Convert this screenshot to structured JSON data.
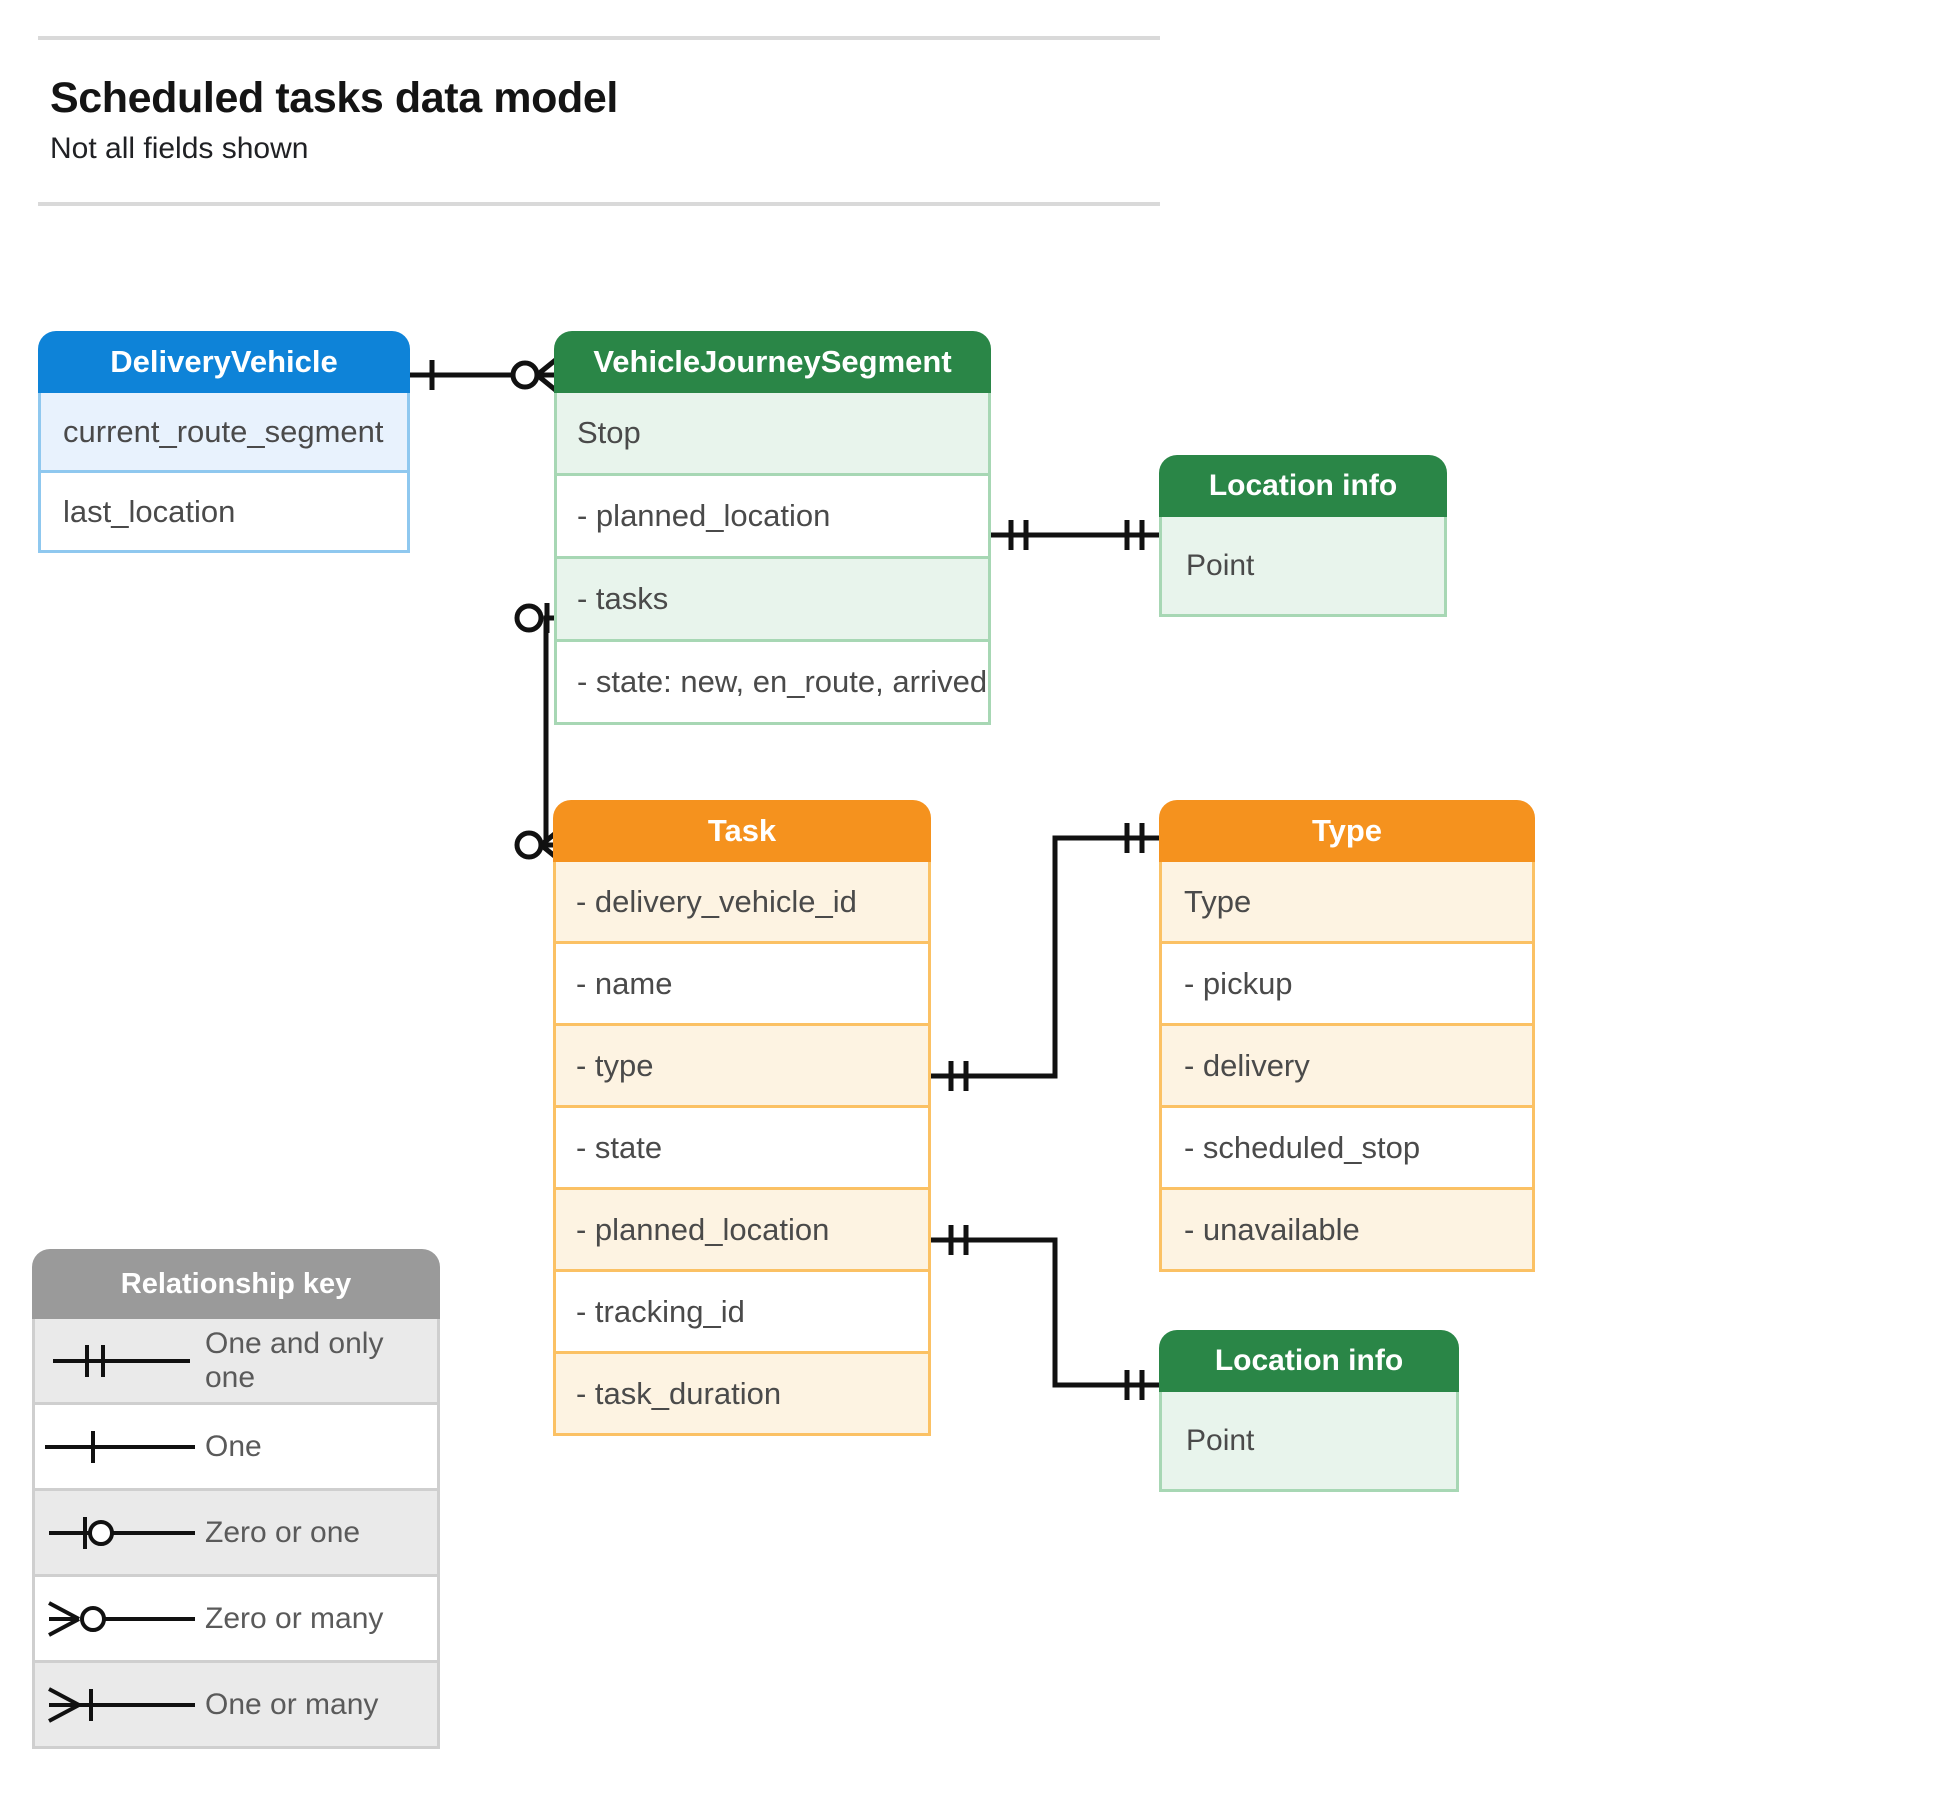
{
  "header": {
    "title": "Scheduled tasks data model",
    "subtitle": "Not all fields shown"
  },
  "entities": [
    {
      "id": "deliveryvehicle",
      "name": "DeliveryVehicle",
      "color": "#0e83d8",
      "fields": [
        "current_route_segment",
        "last_location"
      ]
    },
    {
      "id": "vehiclejourneysegment",
      "name": "VehicleJourneySegment",
      "color": "#2a8647",
      "fields": [
        "Stop",
        "-  planned_location",
        "- tasks",
        "- state: new, en_route, arrived"
      ]
    },
    {
      "id": "locationinfo_top",
      "name": "Location info",
      "color": "#2a8647",
      "fields": [
        "Point"
      ]
    },
    {
      "id": "task",
      "name": "Task",
      "color": "#f5921e",
      "fields": [
        "- delivery_vehicle_id",
        "- name",
        "- type",
        "- state",
        "- planned_location",
        "- tracking_id",
        "- task_duration"
      ]
    },
    {
      "id": "type",
      "name": "Type",
      "color": "#f5921e",
      "fields": [
        "Type",
        "-  pickup",
        "-  delivery",
        "-  scheduled_stop",
        "-  unavailable"
      ]
    },
    {
      "id": "locationinfo_bottom",
      "name": "Location info",
      "color": "#2a8647",
      "fields": [
        "Point"
      ]
    }
  ],
  "relationship_key": {
    "title": "Relationship key",
    "rows": [
      {
        "symbol": "one-and-only-one",
        "label": "One and only one"
      },
      {
        "symbol": "one",
        "label": "One"
      },
      {
        "symbol": "zero-or-one",
        "label": "Zero or one"
      },
      {
        "symbol": "zero-or-many",
        "label": "Zero or many"
      },
      {
        "symbol": "one-or-many",
        "label": "One or many"
      }
    ]
  },
  "connections": [
    {
      "from": "DeliveryVehicle",
      "from_cardinality": "one",
      "to": "VehicleJourneySegment",
      "to_cardinality": "zero-or-many"
    },
    {
      "from": "VehicleJourneySegment.planned_location",
      "from_cardinality": "one-and-only-one",
      "to": "Location info",
      "to_cardinality": "one-and-only-one"
    },
    {
      "from": "VehicleJourneySegment.tasks",
      "from_cardinality": "zero-or-one",
      "to": "Task",
      "to_cardinality": "zero-or-many"
    },
    {
      "from": "Task.type",
      "from_cardinality": "one-and-only-one",
      "to": "Type",
      "to_cardinality": "one-and-only-one"
    },
    {
      "from": "Task.planned_location",
      "from_cardinality": "one-and-only-one",
      "to": "Location info",
      "to_cardinality": "one-and-only-one"
    }
  ],
  "colors": {
    "blue_header": "#0e83d8",
    "blue_row": "#e8f2fd",
    "green_header": "#2a8647",
    "green_row": "#e8f4ec",
    "orange_header": "#f5921e",
    "orange_row": "#fdf3e2",
    "gray_header": "#9a9a9a",
    "gray_row": "#eaeaea",
    "line": "#000000",
    "text": "#4a4a4a"
  }
}
